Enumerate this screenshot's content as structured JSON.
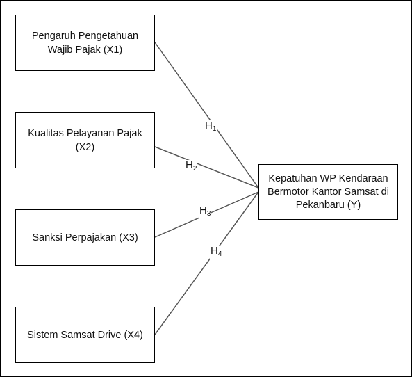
{
  "variables": {
    "x1": "Pengaruh Pengetahuan\nWajib Pajak (X1)",
    "x2": "Kualitas Pelayanan Pajak\n(X2)",
    "x3": "Sanksi Perpajakan (X3)",
    "x4": "Sistem Samsat Drive (X4)",
    "y": "Kepatuhan WP Kendaraan\nBermotor Kantor Samsat di\nPekanbaru (Y)"
  },
  "hypotheses": [
    {
      "letter": "H",
      "index": "1"
    },
    {
      "letter": "H",
      "index": "2"
    },
    {
      "letter": "H",
      "index": "3"
    },
    {
      "letter": "H",
      "index": "4"
    }
  ],
  "colors": {
    "line": "#555555",
    "border": "#000000"
  }
}
